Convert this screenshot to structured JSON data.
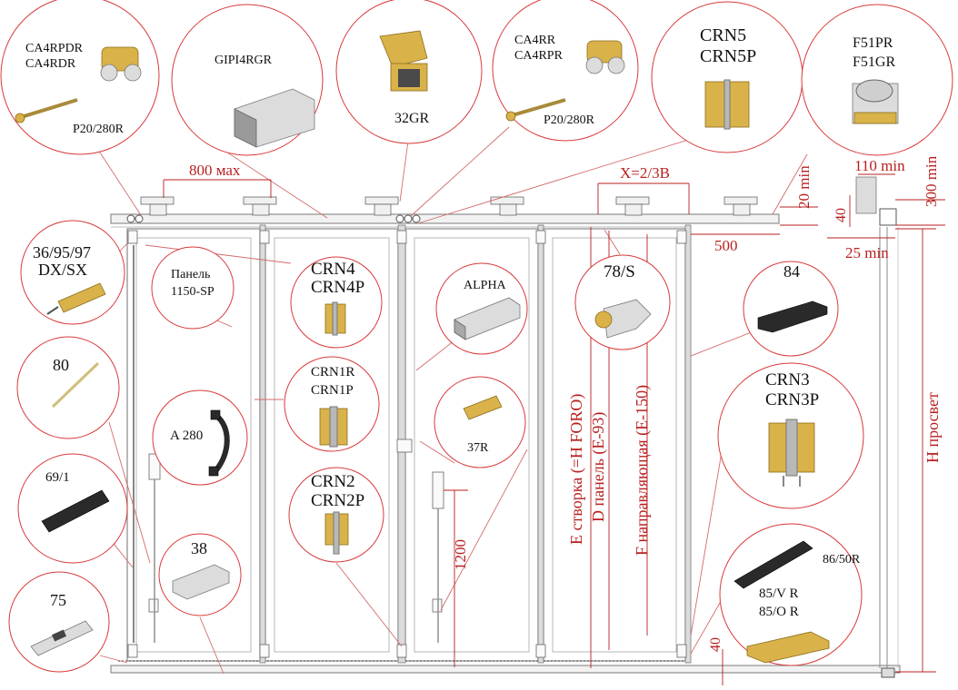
{
  "dimensions": {
    "max_width": "800 мах",
    "x_ratio": "X=2/3B",
    "overhang": "500",
    "min_20": "20 min",
    "min_110": "110 min",
    "min_300": "300 min",
    "val_40_top": "40",
    "min_25": "25 min",
    "val_1200": "1200",
    "val_40_bottom": "40",
    "h_clear": "H просвет",
    "e_leaf": "E створка (=H FORO)",
    "d_panel": "D панель (E-93)",
    "f_guide": "F направляющая  (E-150)"
  },
  "callouts": {
    "rollers_front": {
      "line1": "CA4RPDR",
      "line2": "CA4RDR",
      "pin": "P20/280R"
    },
    "track": {
      "label": "GIPI4RGR"
    },
    "bracket": {
      "label": "32GR"
    },
    "rollers_rear": {
      "line1": "CA4RR",
      "line2": "CA4RPR",
      "pin": "P20/280R"
    },
    "hinge_top": {
      "line1": "CRN5",
      "line2": "CRN5P"
    },
    "guide_roller": {
      "line1": "F51PR",
      "line2": "F51GR"
    },
    "latch": {
      "line1": "36/95/97",
      "line2": "DX/SX"
    },
    "panel": {
      "line1": "Панель",
      "line2": "1150-SP"
    },
    "hinge_crn4": {
      "line1": "CRN4",
      "line2": "CRN4P"
    },
    "alpha": {
      "label": "ALPHA"
    },
    "stop_78": {
      "label": "78/S"
    },
    "seal_84": {
      "label": "84"
    },
    "rod_80": {
      "label": "80"
    },
    "hinge_crn1": {
      "line1": "CRN1R",
      "line2": "CRN1P"
    },
    "handle": {
      "label": "A 280"
    },
    "bolt_37": {
      "label": "37R"
    },
    "hinge_crn3": {
      "line1": "CRN3",
      "line2": "CRN3P"
    },
    "profile_69": {
      "label": "69/1"
    },
    "hinge_crn2": {
      "line1": "CRN2",
      "line2": "CRN2P"
    },
    "channel_38": {
      "label": "38"
    },
    "brush": {
      "line1": "86/50R",
      "line2": "85/V R",
      "line3": "85/O R"
    },
    "plate_75": {
      "label": "75"
    }
  },
  "colors": {
    "accent_red": "#b81f1f",
    "callout_border": "#d93a3a"
  }
}
